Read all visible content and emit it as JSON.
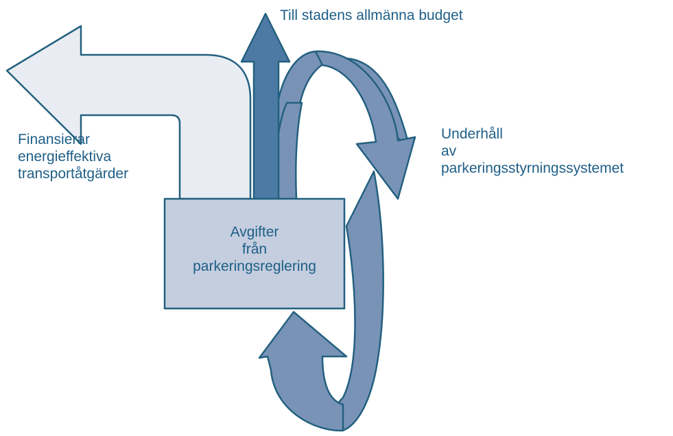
{
  "colors": {
    "outline": "#23607f",
    "light_arrow_fill": "#e9edf3",
    "dark_arrow_fill": "#4d7aa4",
    "loop_fill": "#7993b7",
    "box_fill": "#c4cedf",
    "text": "#1e5e86",
    "background": "#ffffff"
  },
  "source_box": {
    "lines": [
      "Avgifter",
      "från",
      "parkeringsreglering"
    ]
  },
  "labels": {
    "budget": "Till stadens allmänna budget",
    "finance": [
      "Finansierar",
      "energieffektiva",
      "transportåtgärder"
    ],
    "maintenance": [
      "Underhåll",
      "av",
      "parkeringsstyrningssystemet"
    ]
  }
}
